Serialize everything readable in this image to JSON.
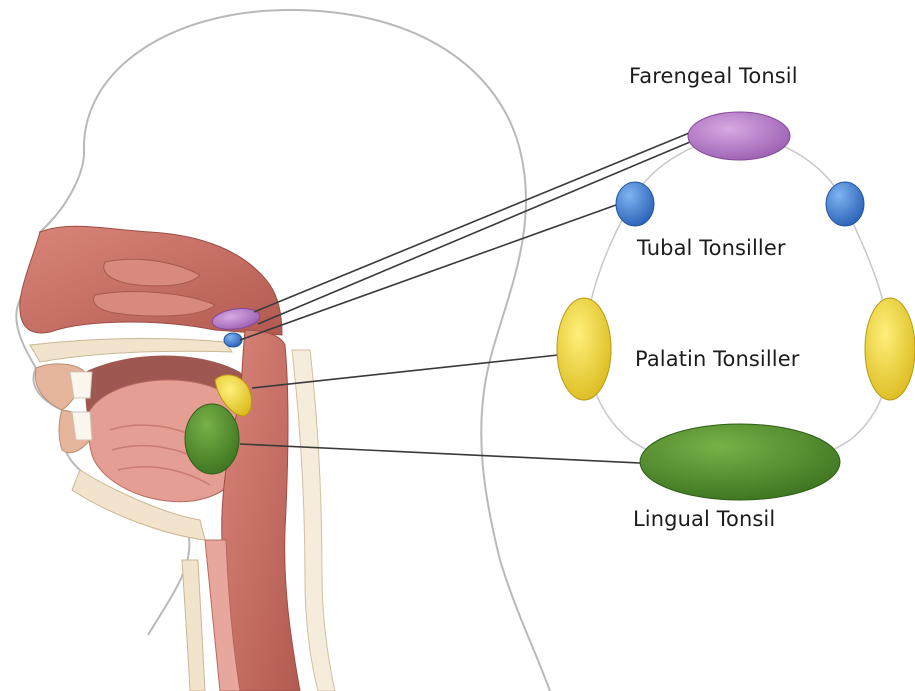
{
  "labels": {
    "farengeal": "Farengeal Tonsil",
    "tubal": "Tubal Tonsiller",
    "palatin": "Palatin Tonsiller",
    "lingual": "Lingual Tonsil"
  },
  "colors": {
    "pharyngeal": "#b57cc6",
    "tubal": "#3d7fd0",
    "palatine": "#e6cf2c",
    "lingual": "#4f8a2a",
    "tissue": "#c96a5f",
    "mucosa": "#e7a79c",
    "bone": "#f1e4cf",
    "outline": "#bfbfbf",
    "leader": "#3a3a3a"
  }
}
